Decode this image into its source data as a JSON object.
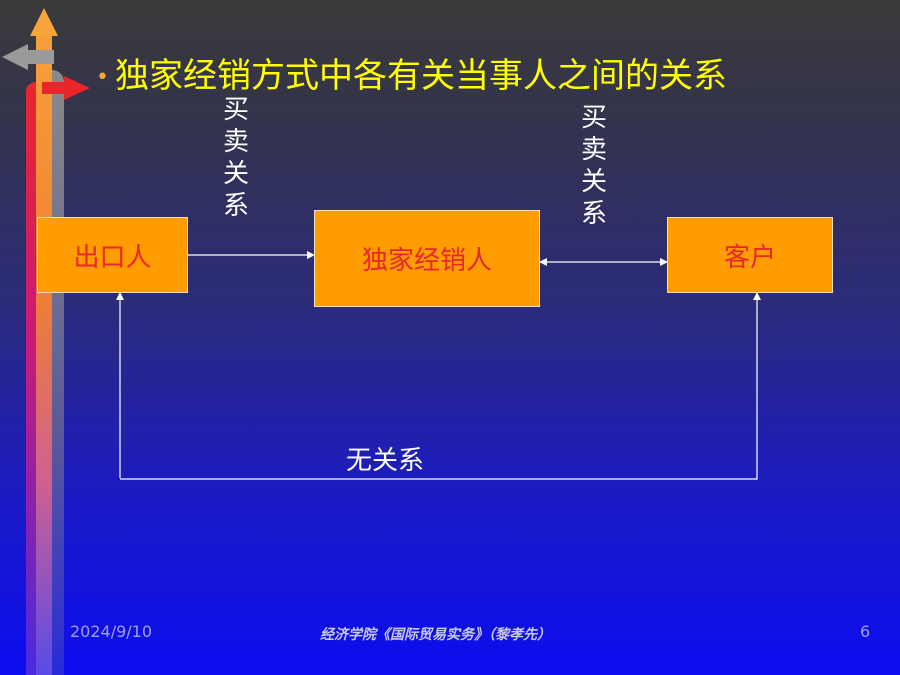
{
  "title": "独家经销方式中各有关当事人之间的关系",
  "boxes": {
    "exporter": "出口人",
    "distributor": "独家经销人",
    "customer": "客户"
  },
  "labels": {
    "sale_left": [
      "买",
      "卖",
      "关",
      "系"
    ],
    "sale_right": [
      "买",
      "卖",
      "关",
      "系"
    ],
    "no_relation": "无关系"
  },
  "footer": {
    "date": "2024/9/10",
    "center": "经济学院《国际贸易实务》（黎孝先）",
    "page": "6"
  },
  "colors": {
    "title": "#ffff00",
    "box_fill": "#ff9c00",
    "box_text": "#e8262c",
    "line": "#ffffff"
  }
}
